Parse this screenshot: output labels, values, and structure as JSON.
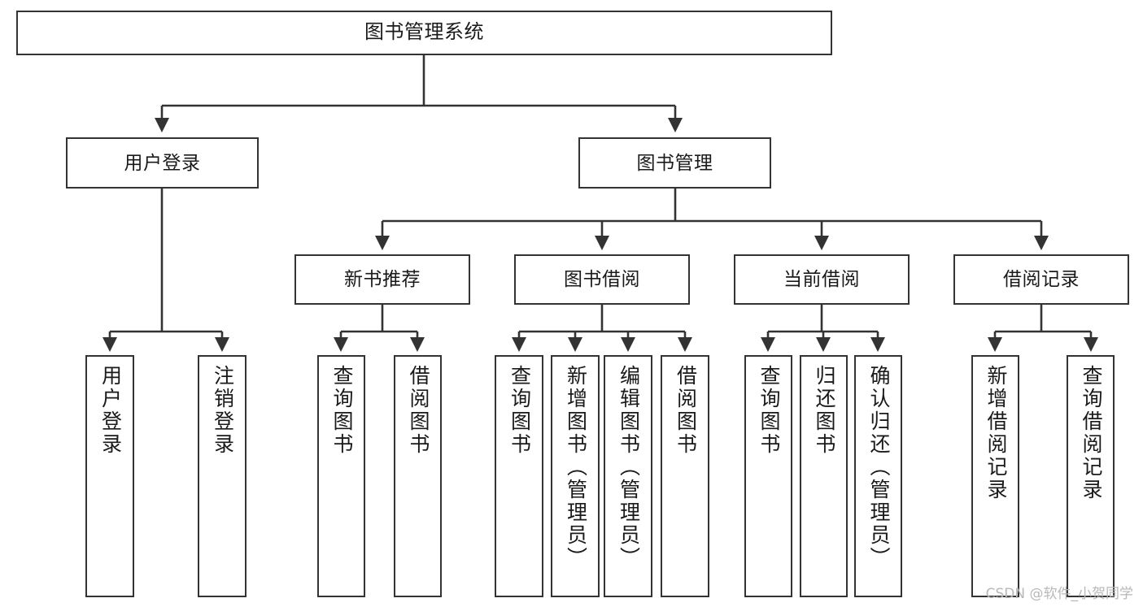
{
  "diagram": {
    "title": "图书管理系统",
    "type": "tree-hierarchy-chart",
    "watermark": "CSDN @软件_小贺同学",
    "colors": {
      "box_border": "#333333",
      "box_fill": "#ffffff",
      "connector": "#333333",
      "text": "#1a1a1a",
      "watermark": "#b8b8b8",
      "background": "#ffffff"
    },
    "nodes": {
      "root": {
        "label": "图书管理系统"
      },
      "level1": [
        {
          "id": "user-login",
          "label": "用户登录"
        },
        {
          "id": "book-manage",
          "label": "图书管理"
        }
      ],
      "level2": [
        {
          "id": "new-book-recommend",
          "label": "新书推荐"
        },
        {
          "id": "book-borrow",
          "label": "图书借阅"
        },
        {
          "id": "current-borrow",
          "label": "当前借阅"
        },
        {
          "id": "borrow-record",
          "label": "借阅记录"
        }
      ],
      "leaves": {
        "user-login": [
          {
            "id": "leaf-user-login",
            "label": "用户登录"
          },
          {
            "id": "leaf-logout-login",
            "label": "注销登录"
          }
        ],
        "new-book-recommend": [
          {
            "id": "leaf-query-book-1",
            "label": "查询图书"
          },
          {
            "id": "leaf-borrow-book-1",
            "label": "借阅图书"
          }
        ],
        "book-borrow": [
          {
            "id": "leaf-query-book-2",
            "label": "查询图书"
          },
          {
            "id": "leaf-add-book-admin",
            "label": "新增图书（管理员）"
          },
          {
            "id": "leaf-edit-book-admin",
            "label": "编辑图书（管理员）"
          },
          {
            "id": "leaf-borrow-book-2",
            "label": "借阅图书"
          }
        ],
        "current-borrow": [
          {
            "id": "leaf-query-book-3",
            "label": "查询图书"
          },
          {
            "id": "leaf-return-book",
            "label": "归还图书"
          },
          {
            "id": "leaf-confirm-return-admin",
            "label": "确认归还（管理员）"
          }
        ],
        "borrow-record": [
          {
            "id": "leaf-add-borrow-record",
            "label": "新增借阅记录"
          },
          {
            "id": "leaf-query-borrow-record",
            "label": "查询借阅记录"
          }
        ]
      }
    }
  }
}
